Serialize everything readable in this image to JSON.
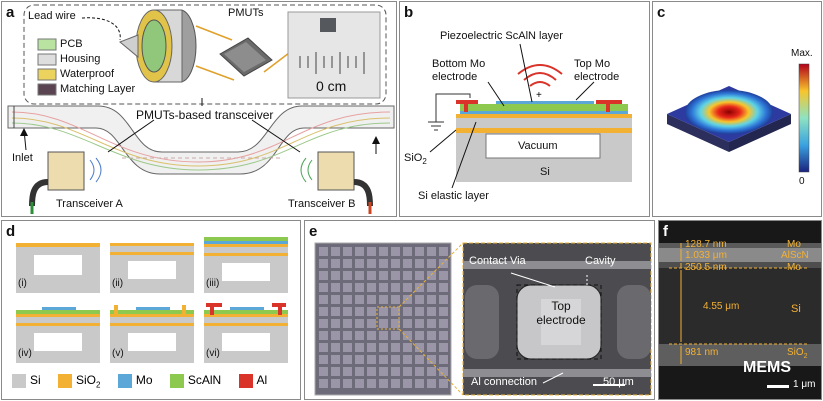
{
  "colors": {
    "si": "#c9c9c9",
    "sio2": "#f3b134",
    "mo": "#5aa7d8",
    "scaln": "#8cc94e",
    "al": "#d9332a",
    "pcb": "#b9e3a1",
    "housing": "#dedede",
    "waterproof": "#ecd35e",
    "matching": "#5b4452"
  },
  "panel_a": {
    "label": "a",
    "lead_wire": "Lead wire",
    "pmuts": "PMUTs",
    "legend": [
      "PCB",
      "Housing",
      "Waterproof",
      "Matching Layer"
    ],
    "ruler": "0 cm",
    "transceiver": "PMUTs-based transceiver",
    "inlet": "Inlet",
    "tx_a": "Transceiver A",
    "tx_b": "Transceiver B"
  },
  "panel_b": {
    "label": "b",
    "piezo": "Piezoelectric ScAlN layer",
    "bottom_mo": "Bottom Mo electrode",
    "top_mo": "Top Mo electrode",
    "vacuum": "Vacuum",
    "sio2_sub": "SiO",
    "sio2_sub2": "2",
    "si": "Si",
    "si_elastic": "Si elastic layer"
  },
  "panel_c": {
    "label": "c",
    "max": "Max.",
    "min": "0"
  },
  "panel_d": {
    "label": "d",
    "steps": [
      "(i)",
      "(ii)",
      "(iii)",
      "(iv)",
      "(v)",
      "(vi)"
    ],
    "legend": [
      {
        "name": "Si",
        "sub": "",
        "color": "#c9c9c9"
      },
      {
        "name": "SiO",
        "sub": "2",
        "color": "#f3b134"
      },
      {
        "name": "Mo",
        "sub": "",
        "color": "#5aa7d8"
      },
      {
        "name": "ScAlN",
        "sub": "",
        "color": "#8cc94e"
      },
      {
        "name": "Al",
        "sub": "",
        "color": "#d9332a"
      }
    ]
  },
  "panel_e": {
    "label": "e",
    "contact_via": "Contact Via",
    "cavity": "Cavity",
    "top_electrode": "Top electrode",
    "al_connection": "Al connection",
    "scale": "50 μm"
  },
  "panel_f": {
    "label": "f",
    "m1": "128.7 nm",
    "m2": "1.033 μm",
    "m3": "250.5 nm",
    "m4": "4.55 μm",
    "m5": "981 nm",
    "l_mo1": "Mo",
    "l_alscn": "AlScN",
    "l_mo2": "Mo",
    "l_si": "Si",
    "l_sio2": "SiO",
    "l_sio2_sub": "2",
    "scale": "1 μm",
    "watermark": "MEMS"
  }
}
